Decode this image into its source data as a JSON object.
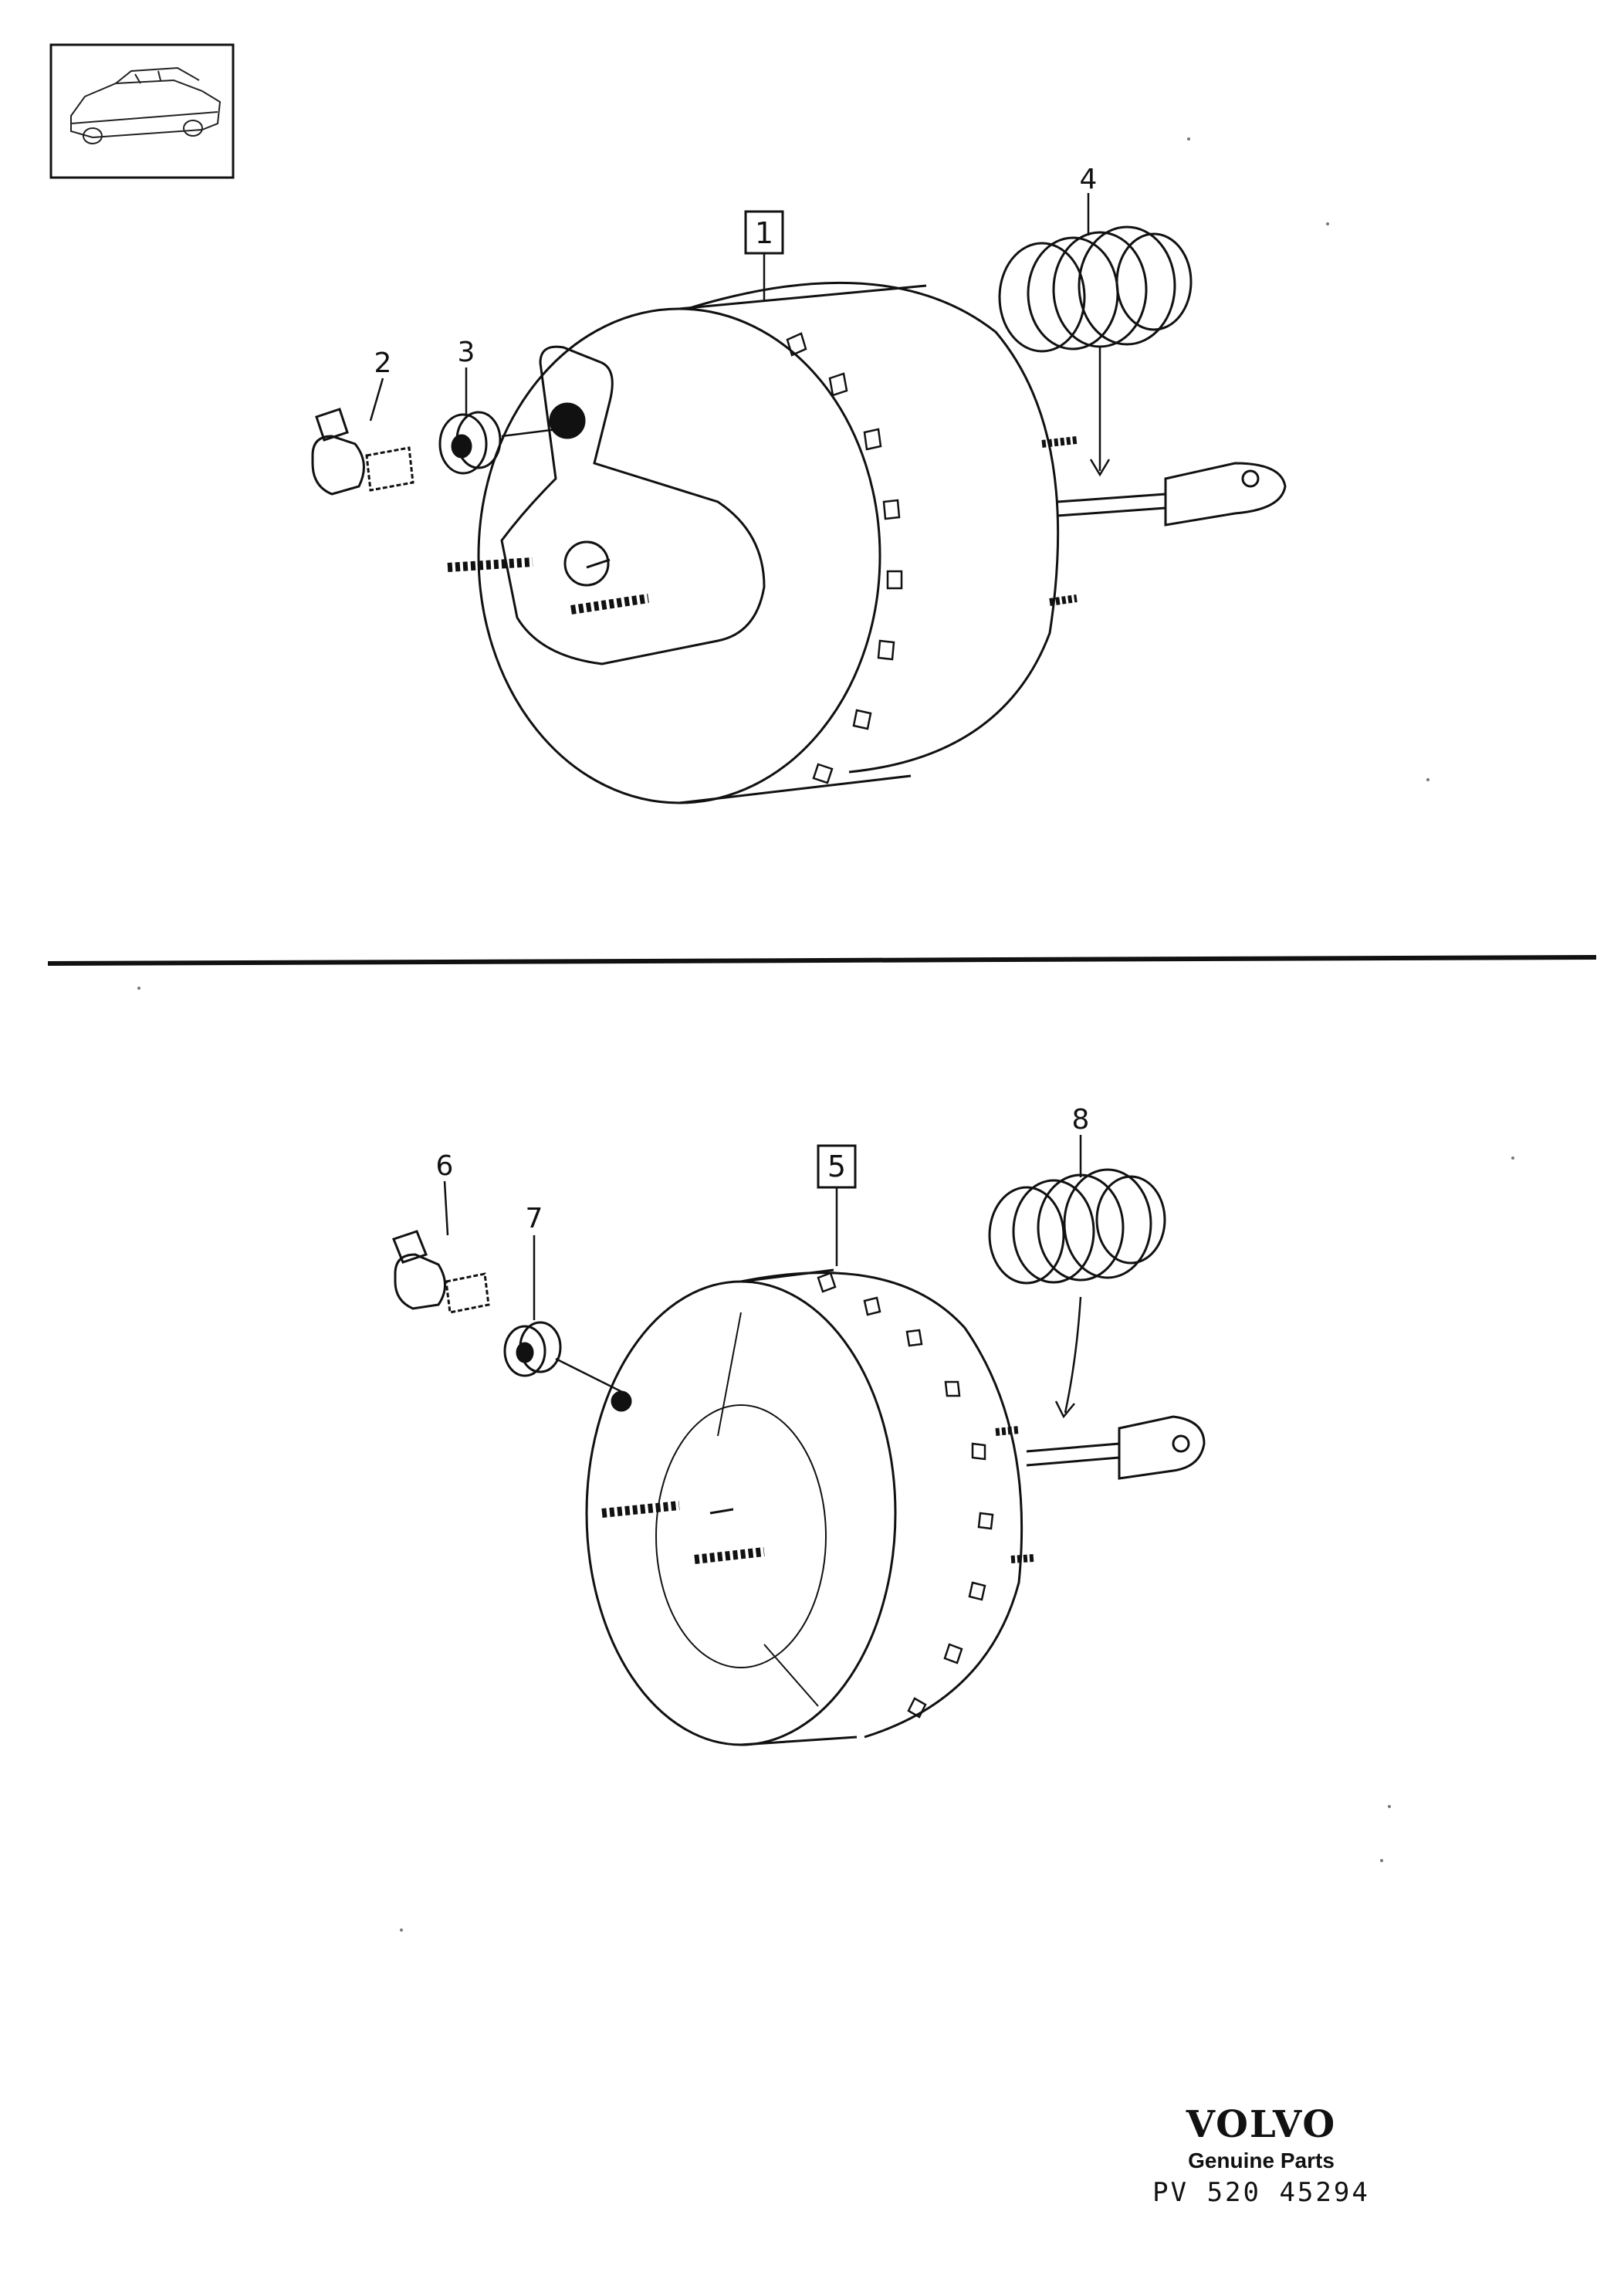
{
  "diagram": {
    "upper": {
      "group_label": "1",
      "parts": [
        "2",
        "3",
        "4"
      ]
    },
    "lower": {
      "group_label": "5",
      "parts": [
        "6",
        "7",
        "8"
      ]
    }
  },
  "footer": {
    "brand": "VOLVO",
    "tagline": "Genuine Parts",
    "code": "PV 520 45294"
  }
}
